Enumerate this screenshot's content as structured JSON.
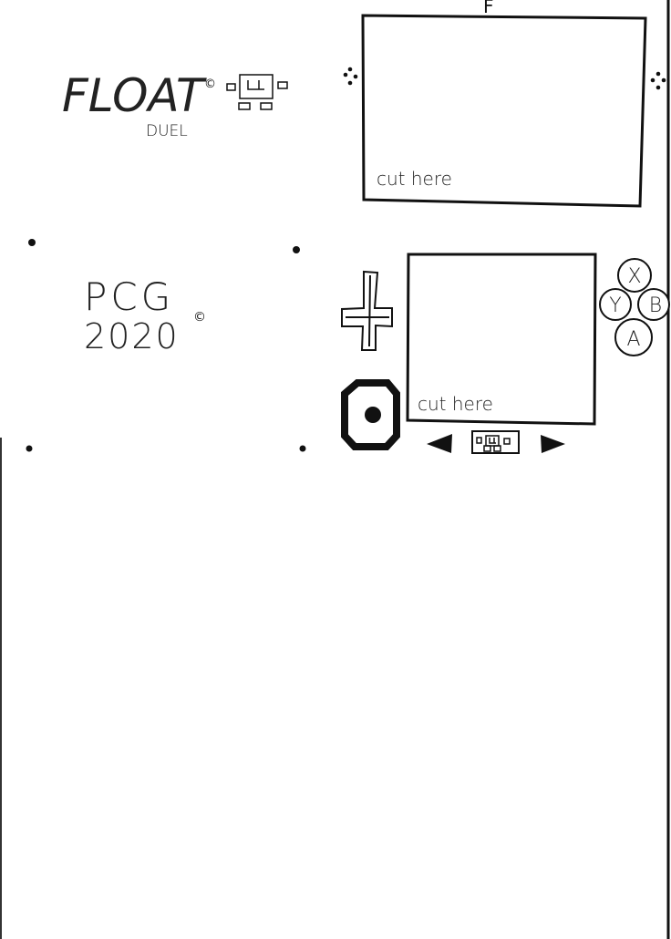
{
  "logo": {
    "title": "FLOAT",
    "subtitle": "DUEL",
    "copyright_symbol": "©"
  },
  "studio": {
    "name": "PCG",
    "year": "2020",
    "copyright_symbol": "©"
  },
  "top_screen": {
    "top_mark": "F",
    "cut_label": "cut here"
  },
  "bottom_screen": {
    "cut_label": "cut here"
  },
  "face_buttons": {
    "x": "X",
    "y": "Y",
    "b": "B",
    "a": "A"
  },
  "colors": {
    "ink": "#111111",
    "paper": "#ffffff"
  }
}
